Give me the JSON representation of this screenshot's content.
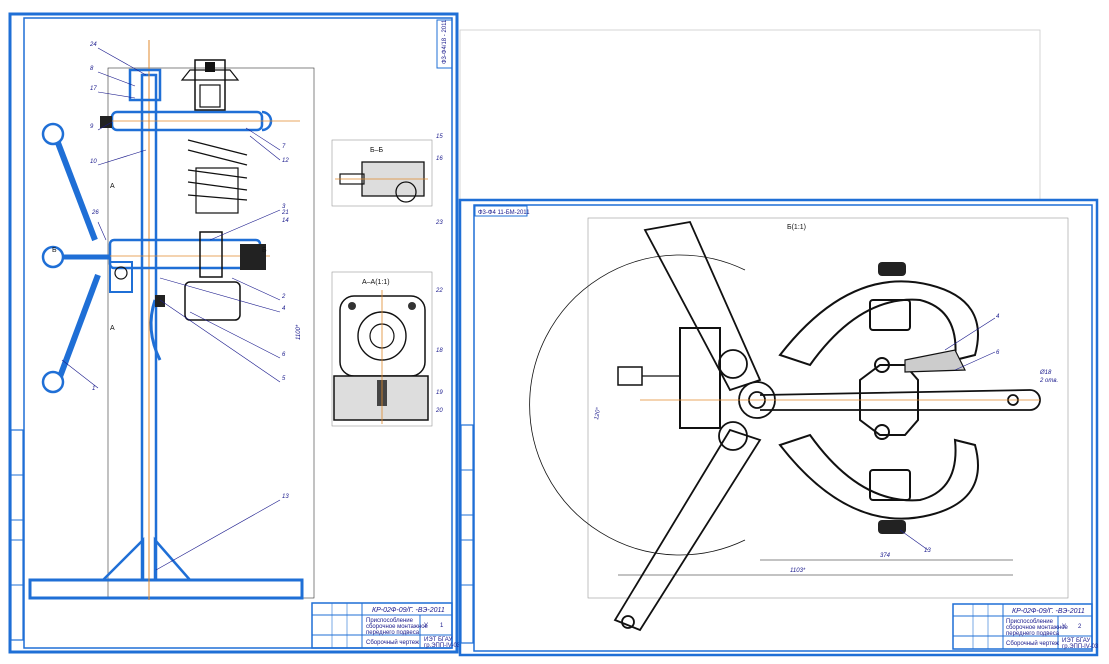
{
  "sheet_left": {
    "corner_code": "Ф3-Ф4/18 - 2011",
    "section_bb": "Б–Б",
    "section_aa": "А–А(1:1)",
    "view_marker_a": "А",
    "view_marker_b": "Б",
    "dim_height": "1100*",
    "callouts": [
      "24",
      "8",
      "17",
      "9",
      "10",
      "7",
      "12",
      "26",
      "3",
      "2",
      "4",
      "6",
      "5",
      "1",
      "13",
      "21",
      "14",
      "15",
      "16",
      "23",
      "22",
      "18",
      "19",
      "20"
    ],
    "title_block": {
      "doc_number": "КР-02Ф-09/Г. -ВЭ-2011",
      "name_line1": "Приспособление",
      "name_line2": "сборочное монтажное",
      "name_line3": "переднего подвеса",
      "doc_type": "Сборочный чертеж",
      "stage": "У",
      "sheet": "1",
      "org_line1": "ИЭТ БГАУ",
      "org_line2": "гр.ЭПП-IV-03"
    }
  },
  "sheet_right": {
    "corner_code": "Ф3-Ф4 11-БМ-2011",
    "view_label": "Б(1:1)",
    "dim_angle": "120°",
    "dim_width": "1103*",
    "dim_inner": "374",
    "dim_small": "Ø18",
    "dim_small2": "2 отв.",
    "callouts": [
      "4",
      "6",
      "13"
    ],
    "title_block": {
      "doc_number": "КР-02Ф-09/Г. -ВЭ-2011",
      "name_line1": "Приспособление",
      "name_line2": "сборочное монтажное",
      "name_line3": "переднего подвеса",
      "doc_type": "Сборочный чертеж",
      "stage": "У",
      "sheet": "2",
      "org_line1": "ИЭТ БГАУ",
      "org_line2": "гр.ЭПП-IV-03"
    }
  },
  "colors": {
    "frame": "#1f6fd6",
    "line": "#111111",
    "axis": "#e08a2c",
    "annot": "#1a1a8c"
  }
}
